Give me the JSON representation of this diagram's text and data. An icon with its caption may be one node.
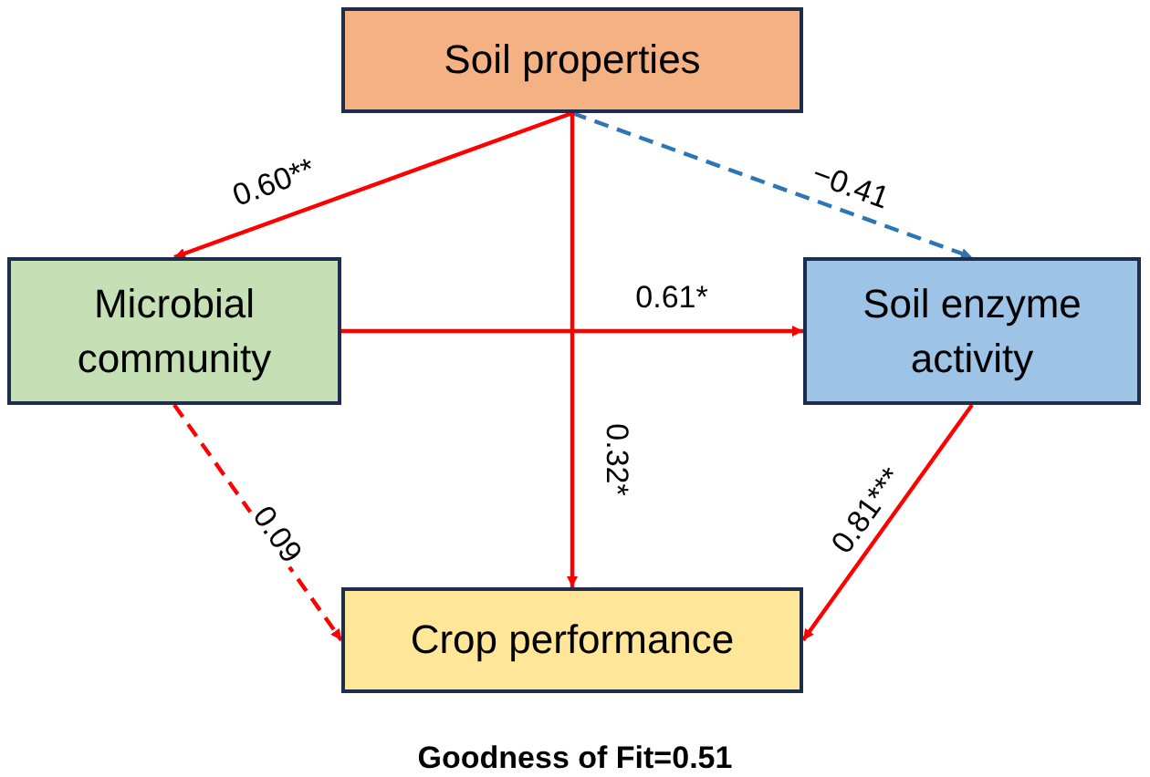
{
  "diagram": {
    "caption": "Goodness of Fit=0.51",
    "nodes": [
      {
        "text": [
          "Soil properties"
        ]
      },
      {
        "text": [
          "Microbial community"
        ]
      },
      {
        "text": [
          "Soil enzyme activity"
        ]
      },
      {
        "text": [
          "Crop performance"
        ]
      }
    ],
    "edges": [
      {
        "from": 0,
        "to": 1,
        "arrow": "to",
        "label": "0.60**"
      },
      {
        "from": 0,
        "to": 2,
        "arrow": "to",
        "label": "−0.41",
        "style": "dashed",
        "color": "#2e75b6"
      },
      {
        "from": 1,
        "to": 2,
        "arrow": "to",
        "label": "0.61*"
      },
      {
        "from": 0,
        "to": 3,
        "arrow": "to",
        "label": "0.32*"
      },
      {
        "from": 1,
        "to": 3,
        "arrow": "to",
        "label": "0.09",
        "style": "dashed"
      },
      {
        "from": 2,
        "to": 3,
        "arrow": "to",
        "label": "0.81***"
      }
    ]
  }
}
